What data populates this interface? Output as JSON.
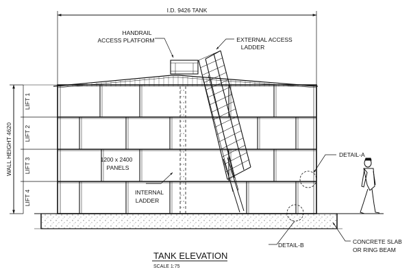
{
  "title": "TANK ELEVATION",
  "scale": "SCALE 1:75",
  "dimension_top": "I.D. 9426 TANK",
  "dimension_left": "WALL HEIGHT 4620",
  "lifts": [
    "LIFT 1",
    "LIFT 2",
    "LIFT 3",
    "LIFT 4"
  ],
  "callouts": {
    "handrail_line1": "HANDRAIL",
    "handrail_line2": "ACCESS PLATFORM",
    "external_line1": "EXTERNAL ACCESS",
    "external_line2": "LADDER",
    "panels_line1": "1200 x 2400",
    "panels_line2": "PANELS",
    "internal_line1": "INTERNAL",
    "internal_line2": "LADDER",
    "detail_a": "DETAIL-A",
    "detail_b": "DETAIL-B",
    "slab_line1": "CONCRETE SLAB",
    "slab_line2": "OR RING BEAM"
  }
}
